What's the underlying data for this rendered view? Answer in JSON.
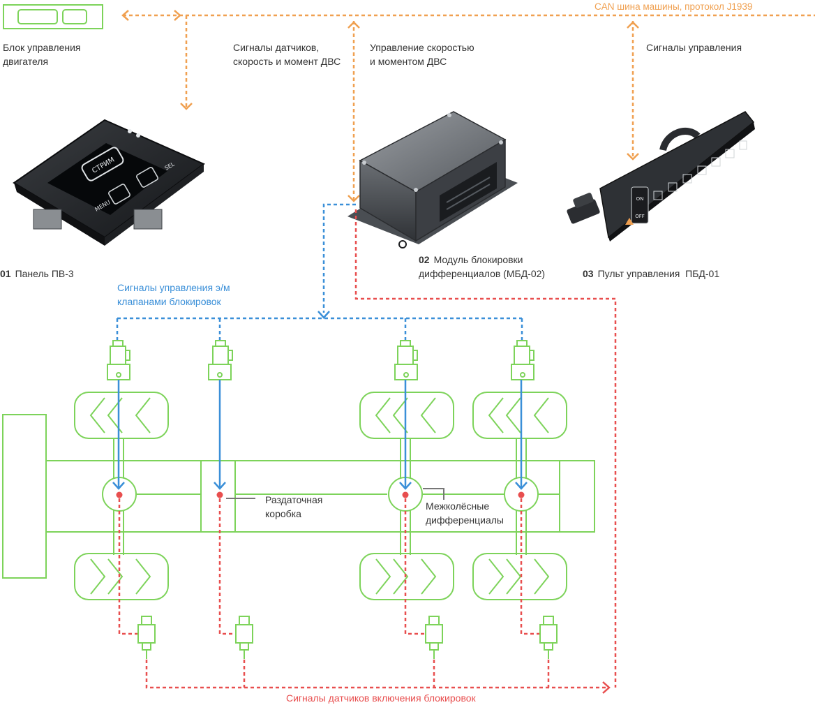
{
  "labels": {
    "can_bus": "CAN шина машины, протокол J1939",
    "ecu": "Блок управления\nдвигателя",
    "sensor_signals": "Сигналы датчиков,\nскорость и момент ДВС",
    "speed_control": "Управление скоростью\nи моментом ДВС",
    "control_signals": "Сигналы управления",
    "valve_signals": "Сигналы управления э/м\nклапанами блокировок",
    "transfer_case": "Раздаточная\nкоробка",
    "interaxle_diff": "Межколёсные\nдифференциалы",
    "lock_sensor_signals": "Сигналы датчиков включения блокировок"
  },
  "devices": [
    {
      "num": "01",
      "name": "Панель ПВ-3",
      "screen_text": "СТРИМ",
      "btn_menu": "MENU",
      "btn_sel": "SEL"
    },
    {
      "num": "02",
      "name": "Модуль блокировки\nдифференциалов (МБД-02)"
    },
    {
      "num": "03",
      "name": "Пульт управления  ПБД-01",
      "btn_on": "ON",
      "btn_off": "OFF"
    }
  ],
  "colors": {
    "can": "#f0a050",
    "valve_signal": "#3a8fd8",
    "sensor_signal": "#e84e4e",
    "chassis": "#7dd35a"
  }
}
